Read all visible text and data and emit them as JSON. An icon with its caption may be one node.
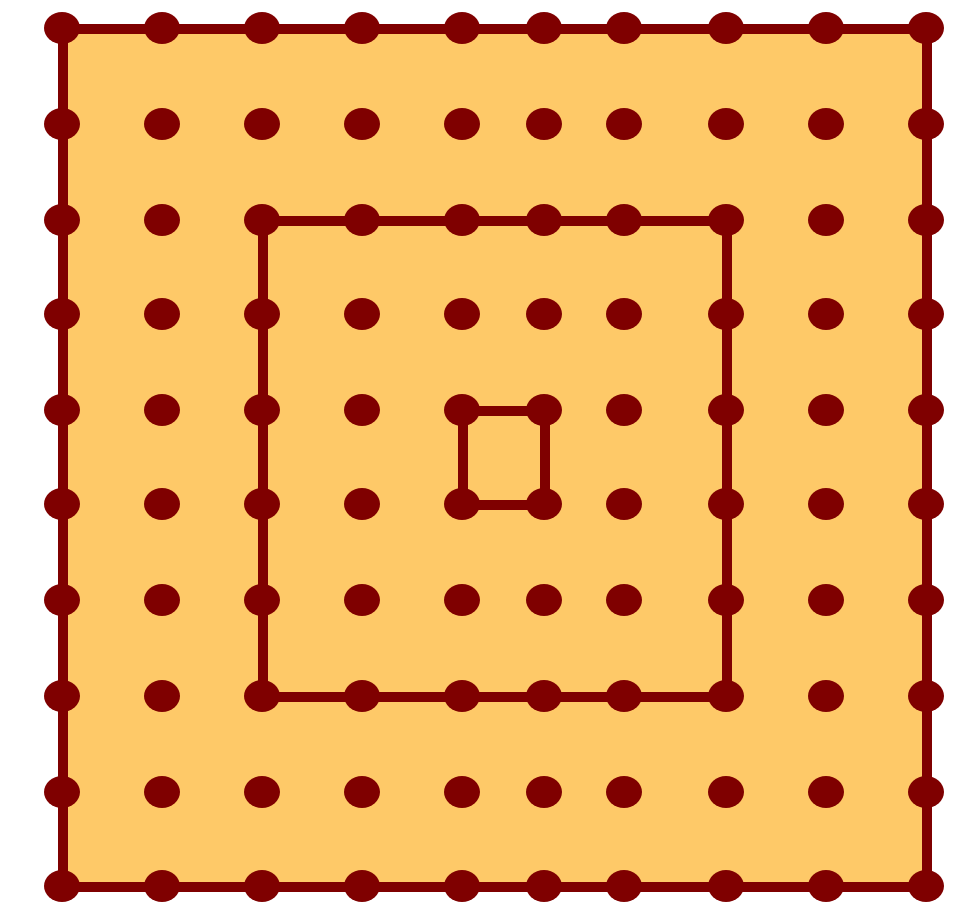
{
  "diagram": {
    "nodes": [
      {
        "text": [],
        "shape": "box"
      },
      {
        "text": [],
        "shape": "box",
        "in": 0
      },
      {
        "text": [],
        "shape": "box",
        "in": 1
      }
    ]
  }
}
